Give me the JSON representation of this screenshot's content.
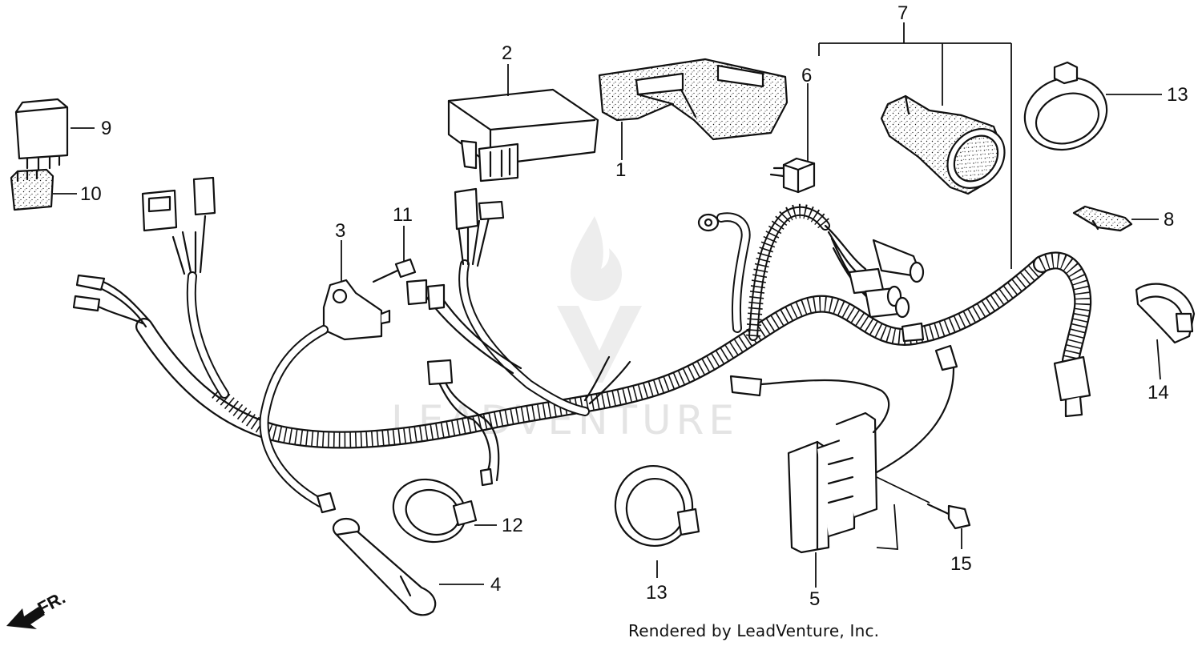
{
  "diagram": {
    "callouts": [
      {
        "id": "c1",
        "label": "1"
      },
      {
        "id": "c2",
        "label": "2"
      },
      {
        "id": "c3",
        "label": "3"
      },
      {
        "id": "c4",
        "label": "4"
      },
      {
        "id": "c5",
        "label": "5"
      },
      {
        "id": "c6",
        "label": "6"
      },
      {
        "id": "c7",
        "label": "7"
      },
      {
        "id": "c8",
        "label": "8"
      },
      {
        "id": "c9",
        "label": "9"
      },
      {
        "id": "c10",
        "label": "10"
      },
      {
        "id": "c11",
        "label": "11"
      },
      {
        "id": "c12",
        "label": "12"
      },
      {
        "id": "c13a",
        "label": "13"
      },
      {
        "id": "c13b",
        "label": "13"
      },
      {
        "id": "c14",
        "label": "14"
      },
      {
        "id": "c15",
        "label": "15"
      }
    ],
    "direction_marker": "FR.",
    "watermark": "LEADVENTURE"
  },
  "footer": {
    "credit": "Rendered by LeadVenture, Inc."
  },
  "colors": {
    "line": "#111111",
    "background": "#ffffff",
    "watermark": "#cfcfcf"
  }
}
